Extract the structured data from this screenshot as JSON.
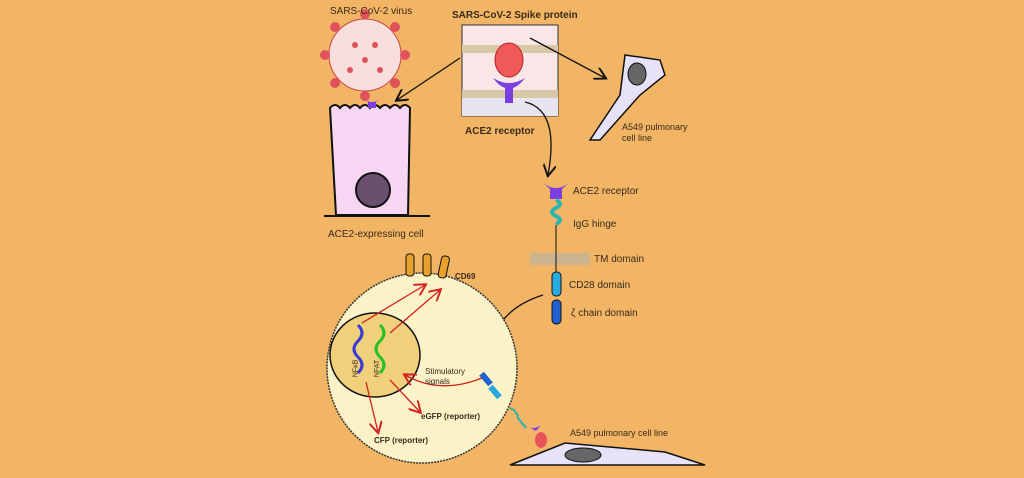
{
  "labels": {
    "virus": "SARS-CoV-2 virus",
    "spike": "SARS-CoV-2 Spike protein",
    "ace2_box": "ACE2 receptor",
    "a549_top": "A549 pulmonary",
    "a549_top2": "cell line",
    "ace2_cell": "ACE2-expressing cell",
    "car_ace2": "ACE2 receptor",
    "car_igg": "IgG hinge",
    "car_tm": "TM domain",
    "car_cd28": "CD28 domain",
    "car_zeta": "ζ chain domain",
    "cd69": "CD69",
    "nfkb": "NFκB",
    "nfat": "NFAT",
    "stim": "Stimulatory",
    "stim2": "signals",
    "egfp": "eGFP (reporter)",
    "cfp": "CFP (reporter)",
    "a549_bottom": "A549 pulmonary cell line"
  },
  "colors": {
    "background": "#f2b565",
    "ace2": "#7b3fe0",
    "spike": "#e8525a",
    "cd28": "#29a9e0",
    "zeta": "#1f5fcf",
    "hinge": "#2ab3b0",
    "tcell": "#fbf3c8",
    "nucleus": "#f0d07a",
    "arrow_red": "#d32020"
  }
}
